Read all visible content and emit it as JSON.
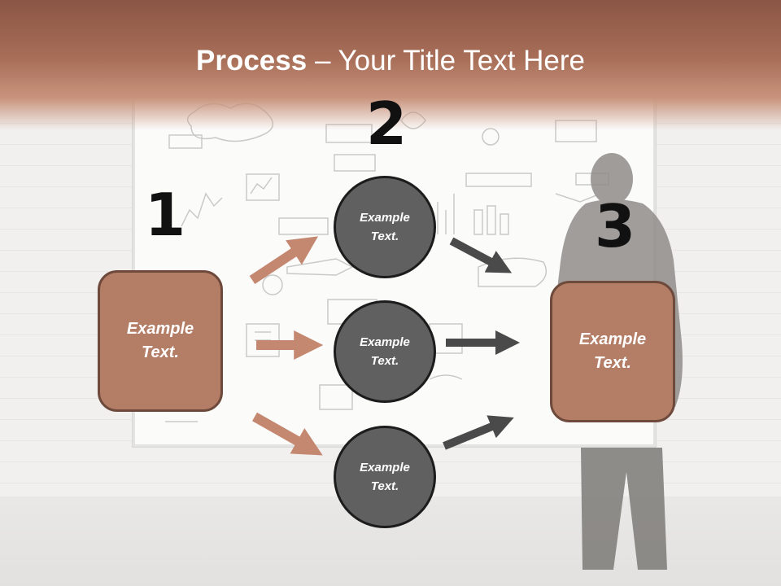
{
  "slide": {
    "title_bold": "Process",
    "title_rest": " – Your Title Text Here"
  },
  "steps": {
    "step1_number": "1",
    "step2_number": "2",
    "step3_number": "3"
  },
  "boxes": {
    "left_label": "Example\nText.",
    "right_label": "Example\nText."
  },
  "circles": {
    "top_label": "Example\nText.",
    "middle_label": "Example\nText.",
    "bottom_label": "Example\nText."
  },
  "colors": {
    "accent_brown": "#b47d66",
    "box_border": "#6e4a3c",
    "circle_fill": "#606060",
    "circle_border": "#1c1c1c",
    "dark_arrow": "#4a4a4a"
  }
}
